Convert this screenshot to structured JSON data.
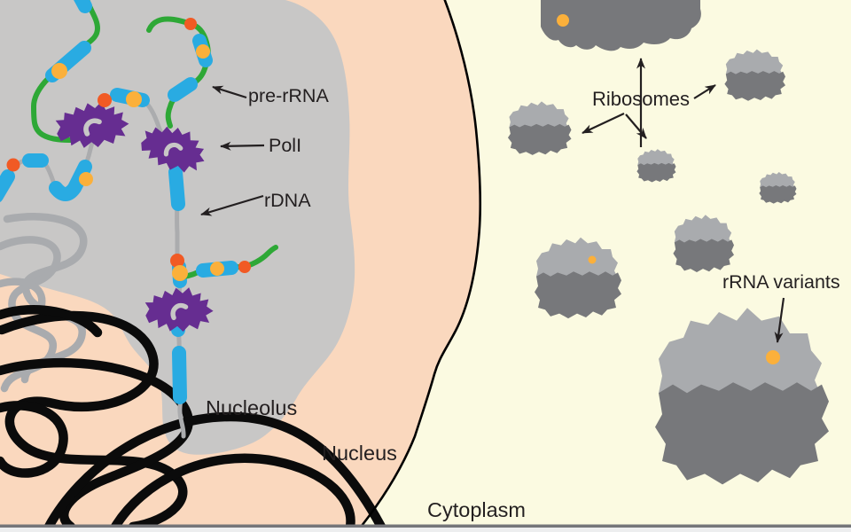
{
  "diagram": {
    "region_labels": {
      "nucleolus": "Nucleolus",
      "nucleus": "Nucleus",
      "cytoplasm": "Cytoplasm"
    },
    "callouts": {
      "pre_rrna": "pre-rRNA",
      "pol1": "PolI",
      "rdna": "rDNA",
      "ribosomes": "Ribosomes",
      "rrna_variants": "rRNA variants"
    },
    "colors": {
      "cytoplasm_fill": "#FBFAE1",
      "nucleus_fill": "#FAD8BE",
      "nucleolus_fill": "#C8C7C6",
      "nuclear_envelope": "#000000",
      "rdna_strand": "#ABACAE",
      "pre_rrna_strand": "#2EA836",
      "rna_segment_blue": "#29ABE2",
      "pol1_purple": "#662D91",
      "dot_orange": "#F15A24",
      "dot_yellow": "#FBB03B",
      "ribosome_small_subunit": "#A9ABAE",
      "ribosome_large_subunit": "#77787B",
      "chromatin_black": "#0B0B0B",
      "chromatin_gray": "#A9ABAE",
      "label_text": "#231F20",
      "bottom_bar": "#75767A"
    }
  }
}
